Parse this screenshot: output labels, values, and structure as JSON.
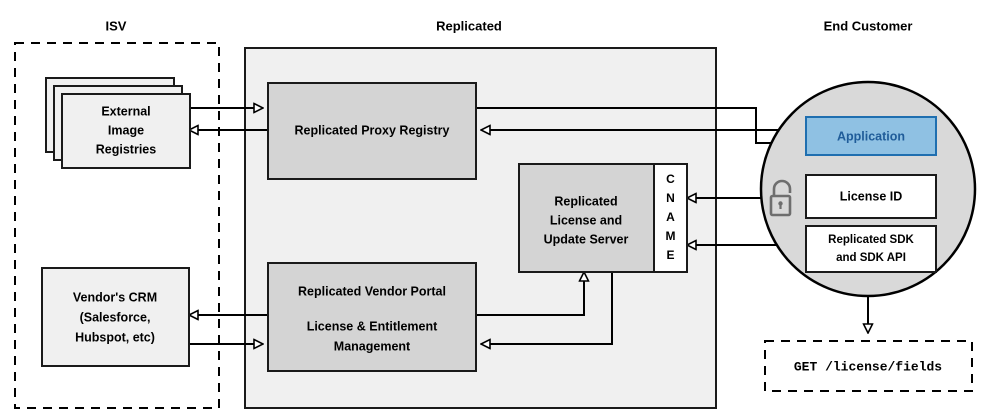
{
  "diagram": {
    "title": "Replicated platform architecture",
    "colors": {
      "group_fill": "#F0F0F0",
      "node_gray": "#D4D4D4",
      "node_white": "#FFFFFF",
      "accent_blue_fill": "#8FC1E3",
      "accent_blue_stroke": "#1F6FB0",
      "accent_blue_text": "#1F5C99",
      "circle_fill": "#D9D9D9",
      "stroke": "#000000",
      "lock_stroke": "#6E6E6E"
    }
  },
  "sections": [
    {
      "id": "isv",
      "title": "ISV",
      "border": "dashed"
    },
    {
      "id": "replicated",
      "title": "Replicated",
      "border": "solid"
    },
    {
      "id": "end_customer",
      "title": "End Customer",
      "border": "circle"
    }
  ],
  "isv": {
    "title": "ISV",
    "nodes": [
      {
        "id": "external-image-registries",
        "label_lines": [
          "External",
          "Image",
          "Registries"
        ],
        "style": "stacked-light"
      },
      {
        "id": "vendors-crm",
        "label_lines": [
          "Vendor's CRM",
          "(Salesforce,",
          "Hubspot, etc)"
        ],
        "style": "light"
      }
    ]
  },
  "replicated": {
    "title": "Replicated",
    "nodes": [
      {
        "id": "replicated-proxy-registry",
        "label_lines": [
          "Replicated Proxy Registry"
        ],
        "style": "gray"
      },
      {
        "id": "replicated-license-and-update-server",
        "label_lines": [
          "Replicated",
          "License and",
          "Update Server"
        ],
        "style": "gray"
      },
      {
        "id": "cname-badge",
        "label_letters": [
          "C",
          "N",
          "A",
          "M",
          "E"
        ],
        "style": "white"
      },
      {
        "id": "replicated-vendor-portal",
        "label_lines": [
          "Replicated Vendor Portal",
          "",
          "License & Entitlement",
          "Management"
        ],
        "style": "gray"
      }
    ]
  },
  "end_customer": {
    "title": "End Customer",
    "nodes": [
      {
        "id": "application",
        "label_lines": [
          "Application"
        ],
        "style": "blue"
      },
      {
        "id": "license-id",
        "label_lines": [
          "License ID"
        ],
        "style": "white"
      },
      {
        "id": "replicated-sdk",
        "label_lines": [
          "Replicated SDK",
          "and SDK API"
        ],
        "style": "white"
      },
      {
        "id": "unlocked-padlock",
        "icon": "unlock-icon",
        "style": "icon"
      }
    ],
    "api_call": {
      "id": "api-call",
      "label": "GET /license/fields",
      "style": "dashed-white-mono"
    }
  },
  "labels": {
    "isv_title": "ISV",
    "replicated_title": "Replicated",
    "end_customer_title": "End Customer",
    "external_registries_l1": "External",
    "external_registries_l2": "Image",
    "external_registries_l3": "Registries",
    "crm_l1": "Vendor's CRM",
    "crm_l2": "(Salesforce,",
    "crm_l3": "Hubspot, etc)",
    "proxy_registry": "Replicated Proxy Registry",
    "license_server_l1": "Replicated",
    "license_server_l2": "License and",
    "license_server_l3": "Update Server",
    "cname_c": "C",
    "cname_n": "N",
    "cname_a": "A",
    "cname_m": "M",
    "cname_e": "E",
    "vendor_portal_l1": "Replicated Vendor Portal",
    "vendor_portal_l2": "License & Entitlement",
    "vendor_portal_l3": "Management",
    "application": "Application",
    "license_id": "License ID",
    "sdk_l1": "Replicated SDK",
    "sdk_l2": "and SDK API",
    "api_call": "GET /license/fields"
  }
}
